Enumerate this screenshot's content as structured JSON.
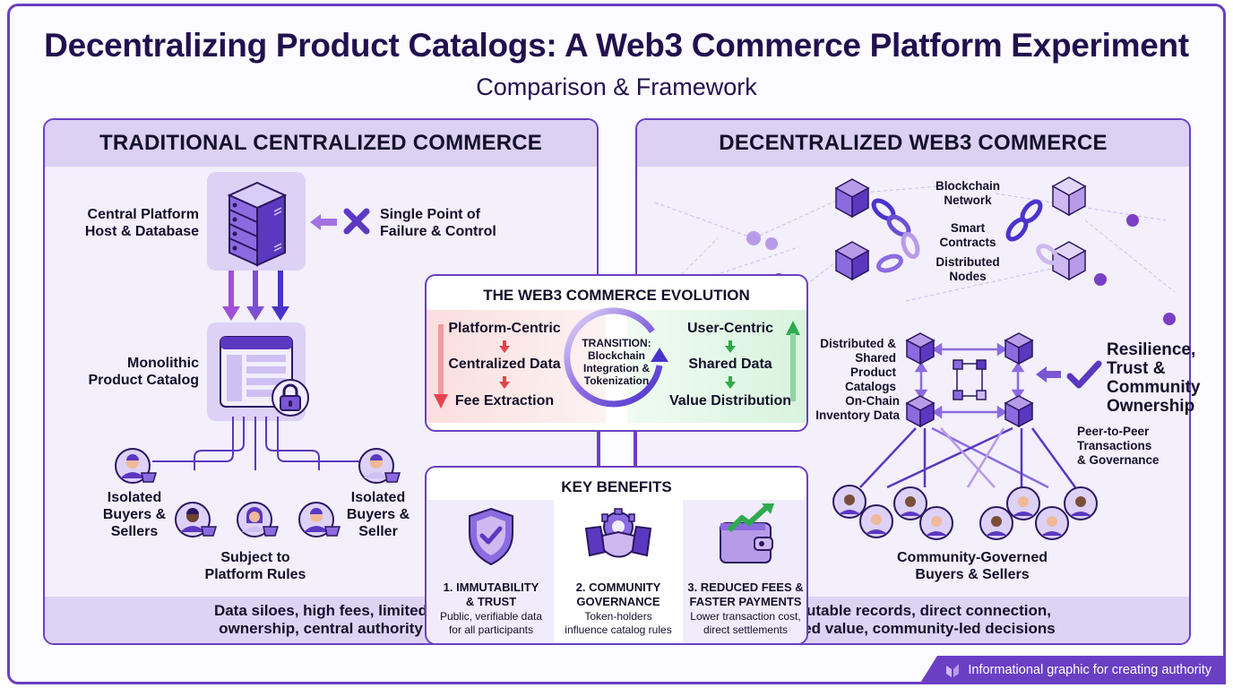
{
  "header": {
    "title": "Decentralizing Product Catalogs: A Web3 Commerce Platform Experiment",
    "subtitle": "Comparison & Framework"
  },
  "left_panel": {
    "heading": "TRADITIONAL CENTRALIZED COMMERCE",
    "server_label": "Central Platform\nHost & Database",
    "failure_label": "Single Point of\nFailure & Control",
    "catalog_label": "Monolithic\nProduct Catalog",
    "isolated_left": "Isolated\nBuyers &\nSellers",
    "isolated_right": "Isolated\nBuyers &\nSeller",
    "rules_label": "Subject to\nPlatform Rules",
    "footer": "Data siloes, high fees, limited\nownership, central authority",
    "icons": [
      "server-icon",
      "x-mark-icon",
      "arrow-left-icon",
      "catalog-window-icon",
      "lock-icon",
      "shopper-avatar-icon"
    ]
  },
  "right_panel": {
    "heading": "DECENTRALIZED WEB3 COMMERCE",
    "network_labels": [
      "Blockchain\nNetwork",
      "Smart\nContracts",
      "Distributed\nNodes"
    ],
    "catalog_label": "Distributed &\nShared Product\nCatalogs",
    "inventory_label": "On-Chain\nInventory Data",
    "resilience_label": "Resilience,\nTrust &\nCommunity\nOwnership",
    "p2p_label": "Peer-to-Peer\nTransactions\n& Governance",
    "community_label": "Community-Governed\nBuyers & Sellers",
    "footer": "Immutable records, direct connection,\nshared value, community-led decisions",
    "icons": [
      "blockchain-cube-icon",
      "chain-link-icon",
      "checkmark-icon",
      "smart-contract-icon",
      "community-avatar-icon"
    ]
  },
  "evolution": {
    "heading": "THE WEB3 COMMERCE EVOLUTION",
    "left_steps": [
      "Platform-Centric",
      "Centralized Data",
      "Fee Extraction"
    ],
    "transition": "TRANSITION:\nBlockchain\nIntegration &\nTokenization",
    "right_steps": [
      "User-Centric",
      "Shared Data",
      "Value Distribution"
    ],
    "colors": {
      "negative": "#e5434e",
      "positive": "#2fa94e",
      "transition": "#5b3fd0"
    }
  },
  "benefits": {
    "heading": "KEY BENEFITS",
    "items": [
      {
        "title": "1. IMMUTABILITY\n& TRUST",
        "desc": "Public, verifiable data\nfor all participants",
        "icon": "shield-check-icon"
      },
      {
        "title": "2. COMMUNITY\nGOVERNANCE",
        "desc": "Token-holders\ninfluence catalog rules",
        "icon": "handshake-gear-icon"
      },
      {
        "title": "3. REDUCED FEES &\nFASTER PAYMENTS",
        "desc": "Lower transaction cost,\ndirect settlements",
        "icon": "wallet-growth-icon"
      }
    ]
  },
  "footer_badge": {
    "text": "Informational graphic for creating authority",
    "icon": "logo-mark-icon"
  },
  "theme": {
    "accent": "#6a3fc4",
    "panel_bg": "#f3effb",
    "head_bg": "#dcd0f3",
    "text": "#14102a",
    "title": "#22104f"
  }
}
